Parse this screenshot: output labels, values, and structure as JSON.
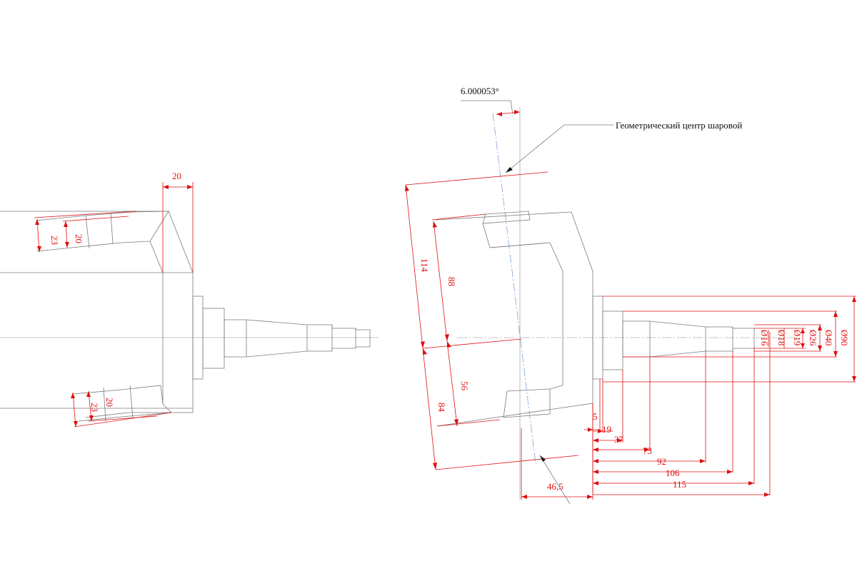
{
  "annotations": {
    "angle": "6.000053°",
    "ball_center": "Геометрический центр шаровой"
  },
  "left_view": {
    "top_width": "20",
    "upper_outer": "23",
    "upper_inner": "20",
    "lower_outer": "23",
    "lower_inner": "20"
  },
  "right_view": {
    "height_114": "114",
    "height_88": "88",
    "height_56": "56",
    "height_84": "84",
    "offset_46_5": "46,5",
    "len_5": "5",
    "len_19": "19",
    "len_37": "37",
    "len_73": "73",
    "len_92": "92",
    "len_106": "106",
    "len_115": "115",
    "dia_90": "Ø90",
    "dia_40": "Ø40",
    "dia_26": "Ø26",
    "dia_19": "Ø19",
    "dia_18": "Ø18",
    "dia_16": "Ø16"
  },
  "colors": {
    "dimension": "#e01010",
    "geometry": "#7a7a7a",
    "axis": "#7fa3d8"
  }
}
